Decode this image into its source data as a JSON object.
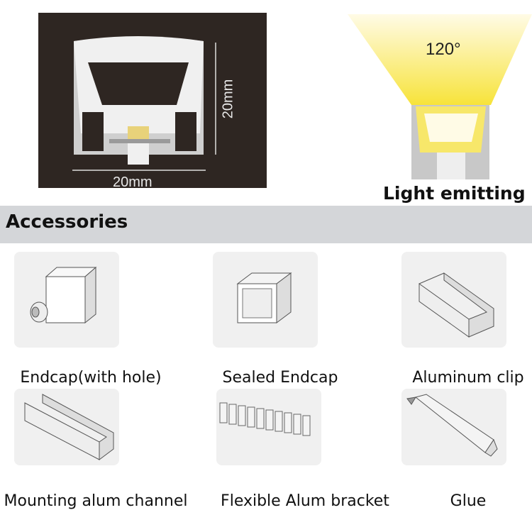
{
  "diagram": {
    "width_label": "20mm",
    "height_label": "20mm"
  },
  "beam": {
    "angle_label": "120°",
    "caption": "Light emitting"
  },
  "section": {
    "title": "Accessories"
  },
  "accessories": [
    {
      "label": "Endcap(with hole)",
      "icon": "endcap-with-hole-icon"
    },
    {
      "label": "Sealed Endcap",
      "icon": "sealed-endcap-icon"
    },
    {
      "label": "Aluminum clip",
      "icon": "aluminum-clip-icon"
    },
    {
      "label": "Mounting alum channel",
      "icon": "alum-channel-icon"
    },
    {
      "label": "Flexible Alum bracket",
      "icon": "flexible-bracket-icon"
    },
    {
      "label": "Glue",
      "icon": "glue-tube-icon"
    }
  ],
  "colors": {
    "dark": "#2e2622",
    "light": "#f5e55a",
    "band": "#d4d6d9"
  }
}
